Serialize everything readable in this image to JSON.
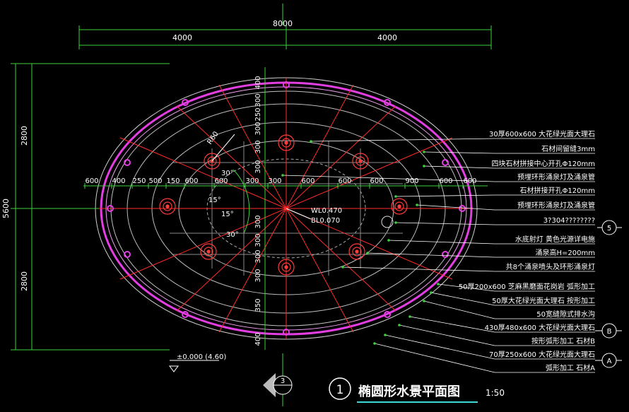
{
  "dimensions": {
    "top_total": "8000",
    "top_left": "4000",
    "top_right": "4000",
    "left_total": "5600",
    "left_upper": "2800",
    "left_lower": "2800",
    "horizontal_row": [
      "600",
      "400",
      "250",
      "500",
      "150",
      "600",
      "600",
      "300",
      "300",
      "600",
      "600",
      "600",
      "900",
      "600",
      "600"
    ],
    "vertical_col": [
      "400",
      "300",
      "250",
      "300",
      "300",
      "300",
      "300",
      "300",
      "300",
      "300",
      "350",
      "400"
    ],
    "radius_label": "R60",
    "angles": [
      "30°",
      "15°",
      "15°",
      "30°"
    ]
  },
  "center": {
    "water_level": "WL0.470",
    "bottom_level": "BL0.070"
  },
  "elevation": "±0.000 (4.60)",
  "callouts": [
    "30厚600x600 大花绿光面大理石",
    "石材间留缝3mm",
    "四块石材拼接中心开孔Φ120mm",
    "预埋环形涌泉灯及涌泉管",
    "石材拼接开孔Φ120mm",
    "预埋环形涌泉灯及涌泉管",
    "3?304????????",
    "水底射灯 黄色光源详电施",
    "涌泉高H=200mm",
    "共8个涌泉喷头及环形涌泉灯",
    "50厚200x600 芝麻黑磨面花岗岩 弧形加工",
    "50厚大花绿光面大理石 按形加工",
    "50宽缝隙式排水沟",
    "430厚480x600 大花绿光面大理石",
    "按形弧形加工 石材B",
    "70厚250x600 大花绿光面大理石",
    "弧形加工 石材A"
  ],
  "markers": {
    "section_right": "5",
    "section_b": "B",
    "section_a": "A",
    "section_bottom": "3"
  },
  "title": {
    "number": "1",
    "text": "椭圆形水景平面图",
    "scale": "1:50"
  },
  "colors": {
    "background": "#000000",
    "ring_magenta": "#e23ee2",
    "ring_pink": "#f0a0f0",
    "red_line": "#ff2b2b",
    "dim_green": "#3cd23c",
    "white": "#ffffff",
    "grid_gray": "#9a9a9a"
  }
}
